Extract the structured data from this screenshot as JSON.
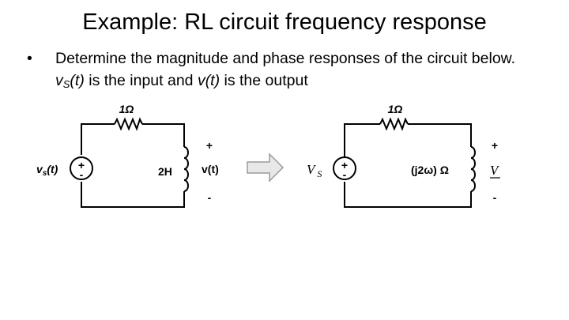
{
  "slide": {
    "title": "Example: RL circuit frequency response",
    "bullet_marker": "•",
    "bullet": {
      "before": "Determine the magnitude and phase responses of the circuit below.  ",
      "vs_base": "v",
      "vs_sub": "S",
      "vs_arg": "(t)",
      "mid": " is the input and ",
      "vout": "v(t)",
      "after": " is the output"
    }
  },
  "left_circuit": {
    "resistor_label": "1Ω",
    "source_label": "v_s(t)",
    "source_base": "v",
    "source_sub": "s",
    "source_arg": "(t)",
    "inductor_label": "2H",
    "output_label": "v(t)",
    "plus": "+",
    "minus": "-"
  },
  "right_circuit": {
    "resistor_label": "1Ω",
    "source_base": "V",
    "source_sub": "S",
    "impedance_label": "(j2ω) Ω",
    "output_label": "V",
    "plus": "+",
    "minus": "-"
  },
  "icons": {
    "arrow": "right-arrow-icon",
    "source": "voltage-source-icon",
    "resistor": "resistor-icon",
    "inductor": "inductor-icon"
  },
  "colors": {
    "arrow_fill": "#e8e8e8",
    "arrow_stroke": "#9a9a9a",
    "wire": "#000000"
  }
}
